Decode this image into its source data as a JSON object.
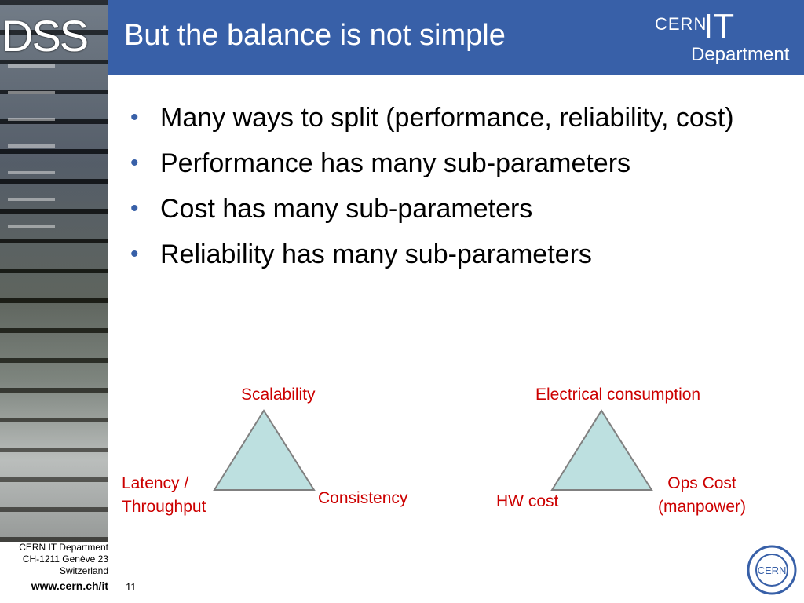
{
  "sidebar": {
    "tag": "DSS"
  },
  "header": {
    "title": "But the balance is not simple"
  },
  "logo": {
    "cern": "CERN",
    "it": "IT",
    "department": "Department"
  },
  "bullets": [
    "Many ways to split (performance, reliability, cost)",
    "Performance has many sub-parameters",
    "Cost has many sub-parameters",
    "Reliability has many sub-parameters"
  ],
  "triangle_left": {
    "top": "Scalability",
    "left": "Latency / Throughput",
    "right": "Consistency"
  },
  "triangle_right": {
    "top": "Electrical consumption",
    "left": "HW cost",
    "right": "Ops Cost (manpower)"
  },
  "footer": {
    "line1": "CERN IT Department",
    "line2": "CH-1211 Genève 23",
    "line3": "Switzerland",
    "url": "www.cern.ch/it"
  },
  "page_number": "11",
  "seal": {
    "text": "CERN"
  },
  "colors": {
    "header": "#3860a8",
    "label": "#cc0000",
    "triangle_fill": "#bde0e0"
  }
}
